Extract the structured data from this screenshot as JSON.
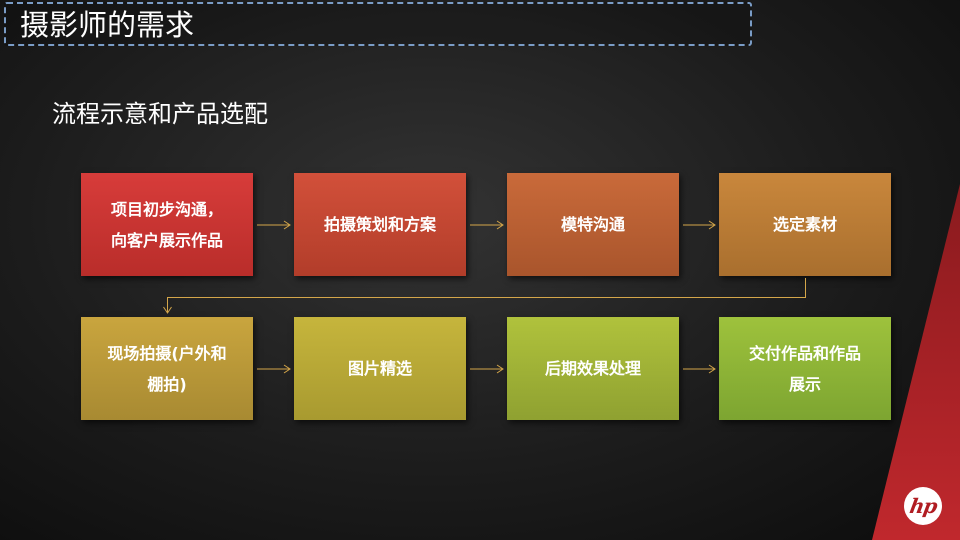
{
  "header": {
    "title": "摄影师的需求"
  },
  "subtitle": "流程示意和产品选配",
  "steps": [
    {
      "lines": [
        "项目初步沟通，",
        "向客户展示作品"
      ],
      "color_top": "#d73c3a",
      "color_bottom": "#b92d2a"
    },
    {
      "lines": [
        "拍摄策划和方案"
      ],
      "color_top": "#d2503a",
      "color_bottom": "#b23d2a"
    },
    {
      "lines": [
        "模特沟通"
      ],
      "color_top": "#c96a3a",
      "color_bottom": "#a9552c"
    },
    {
      "lines": [
        "选定素材"
      ],
      "color_top": "#c9873c",
      "color_bottom": "#a96f2e"
    },
    {
      "lines": [
        "现场拍摄(户外和",
        "棚拍)"
      ],
      "color_top": "#c9a53e",
      "color_bottom": "#a88a32"
    },
    {
      "lines": [
        "图片精选"
      ],
      "color_top": "#c6b53c",
      "color_bottom": "#a89a30"
    },
    {
      "lines": [
        "后期效果处理"
      ],
      "color_top": "#b0c23c",
      "color_bottom": "#8fa131"
    },
    {
      "lines": [
        "交付作品和作品",
        "展示"
      ],
      "color_top": "#9ec23c",
      "color_bottom": "#7da531"
    }
  ],
  "connector_color": "#d4a64a",
  "accent_red": "#c0282d",
  "logo": {
    "text": "hp",
    "icon": "hp-logo-icon"
  }
}
